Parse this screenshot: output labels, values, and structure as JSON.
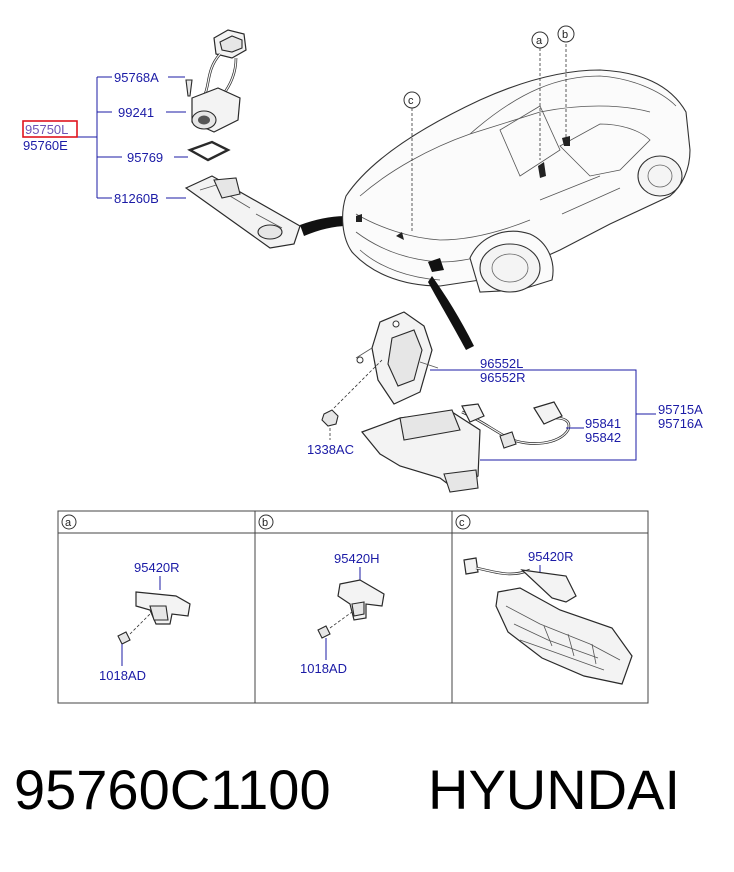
{
  "labels": {
    "part_95768A": "95768A",
    "part_99241": "99241",
    "part_95750L": "95750L",
    "part_95760E": "95760E",
    "part_95769": "95769",
    "part_81260B": "81260B",
    "part_96552L": "96552L",
    "part_96552R": "96552R",
    "part_95841": "95841",
    "part_95842": "95842",
    "part_95715A": "95715A",
    "part_95716A": "95716A",
    "part_1338AC": "1338AC"
  },
  "callouts": {
    "a": "a",
    "b": "b",
    "c": "c"
  },
  "panels": [
    {
      "letter": "a",
      "part": "95420R",
      "bolt": "1018AD"
    },
    {
      "letter": "b",
      "part": "95420H",
      "bolt": "1018AD"
    },
    {
      "letter": "c",
      "part": "95420R"
    }
  ],
  "footer": {
    "part_number": "95760C1100",
    "brand": "HYUNDAI"
  },
  "colors": {
    "label": "#1b1ba6",
    "highlight_box": "#e0141e",
    "selected_label": "#6d54b6"
  }
}
